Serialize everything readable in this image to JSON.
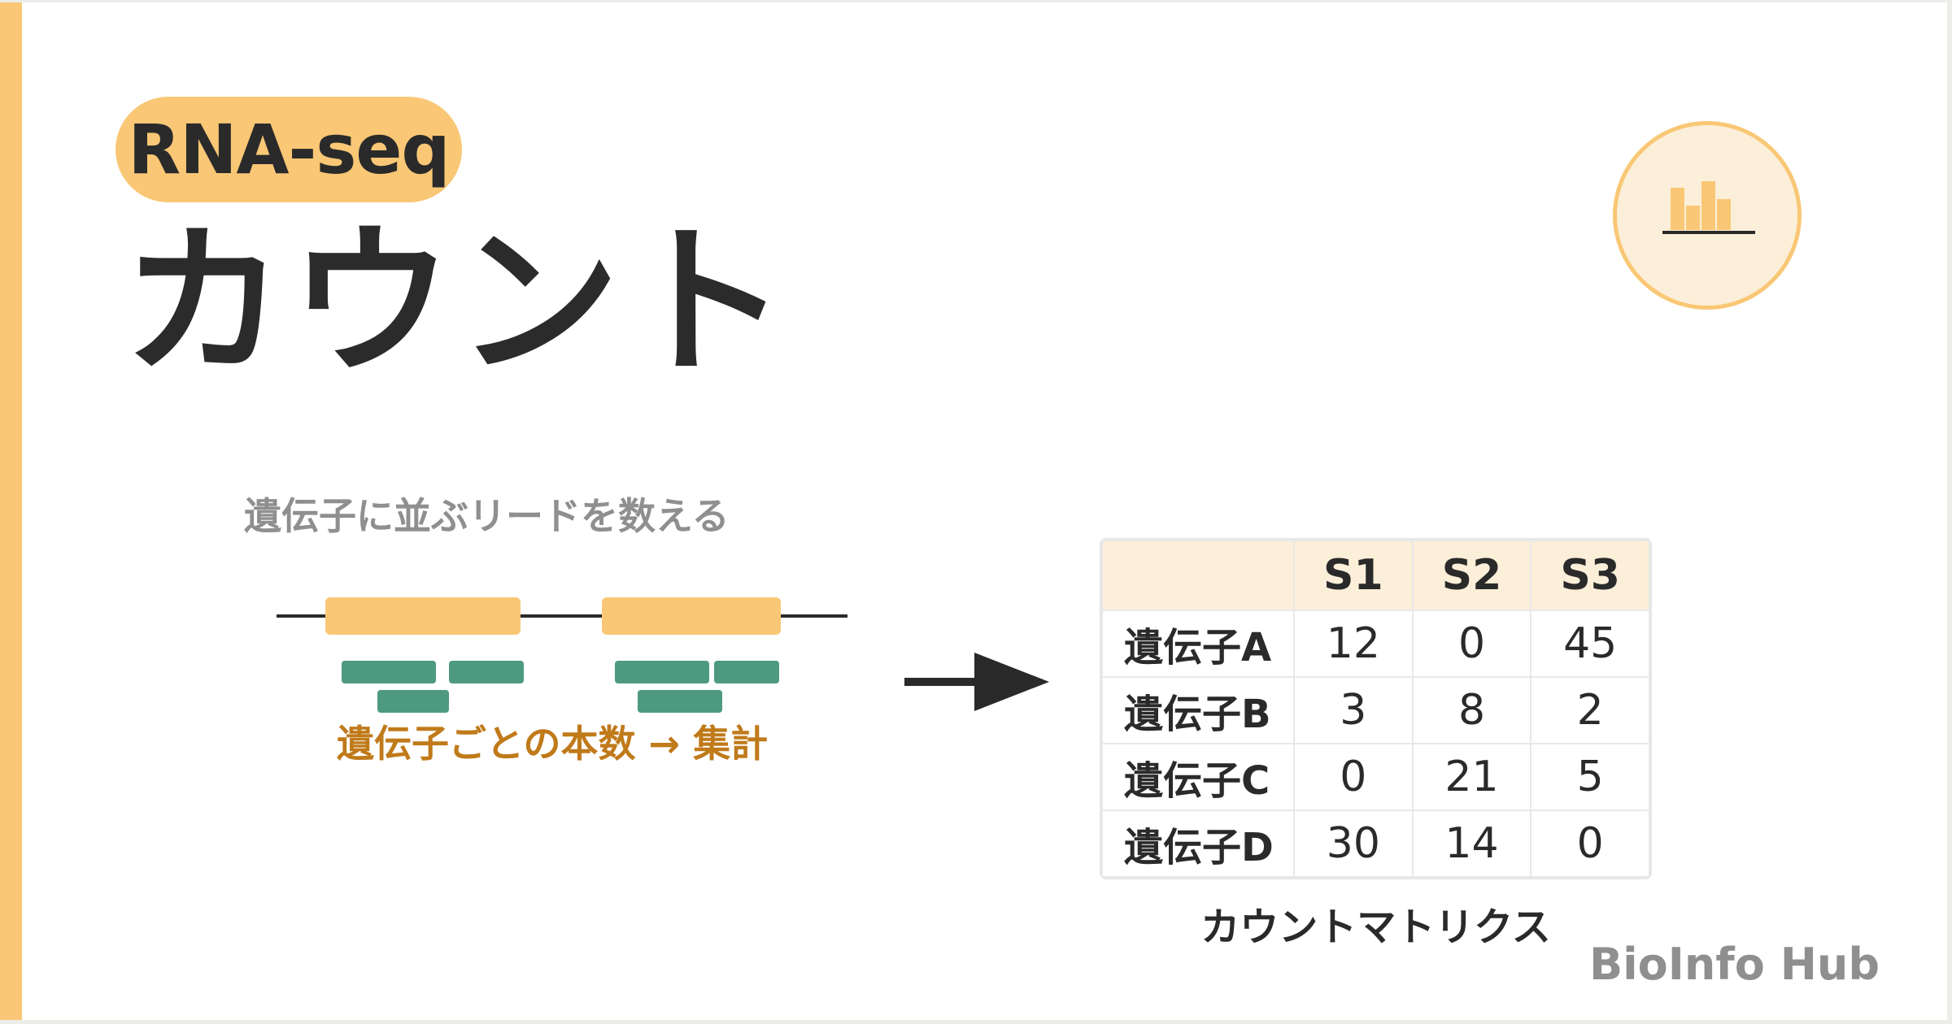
{
  "tag": "RNA-seq",
  "title": "カウント",
  "subtitle": "遺伝子に並ぶリードを数える",
  "caption_left": "遺伝子ごとの本数 → 集計",
  "icon": "bar-chart-icon",
  "colors": {
    "accent": "#F9C775",
    "accent_light": "#FCEFD9",
    "read": "#4E9A80",
    "caption": "#C07A1A",
    "text": "#2A2A2A",
    "muted": "#8F8F8F"
  },
  "matrix": {
    "columns": [
      "",
      "S1",
      "S2",
      "S3"
    ],
    "rows": [
      {
        "gene": "遺伝子A",
        "values": [
          "12",
          "0",
          "45"
        ]
      },
      {
        "gene": "遺伝子B",
        "values": [
          "3",
          "8",
          "2"
        ]
      },
      {
        "gene": "遺伝子C",
        "values": [
          "0",
          "21",
          "5"
        ]
      },
      {
        "gene": "遺伝子D",
        "values": [
          "30",
          "14",
          "0"
        ]
      }
    ]
  },
  "caption_right": "カウントマトリクス",
  "brand": "BioInfo Hub"
}
